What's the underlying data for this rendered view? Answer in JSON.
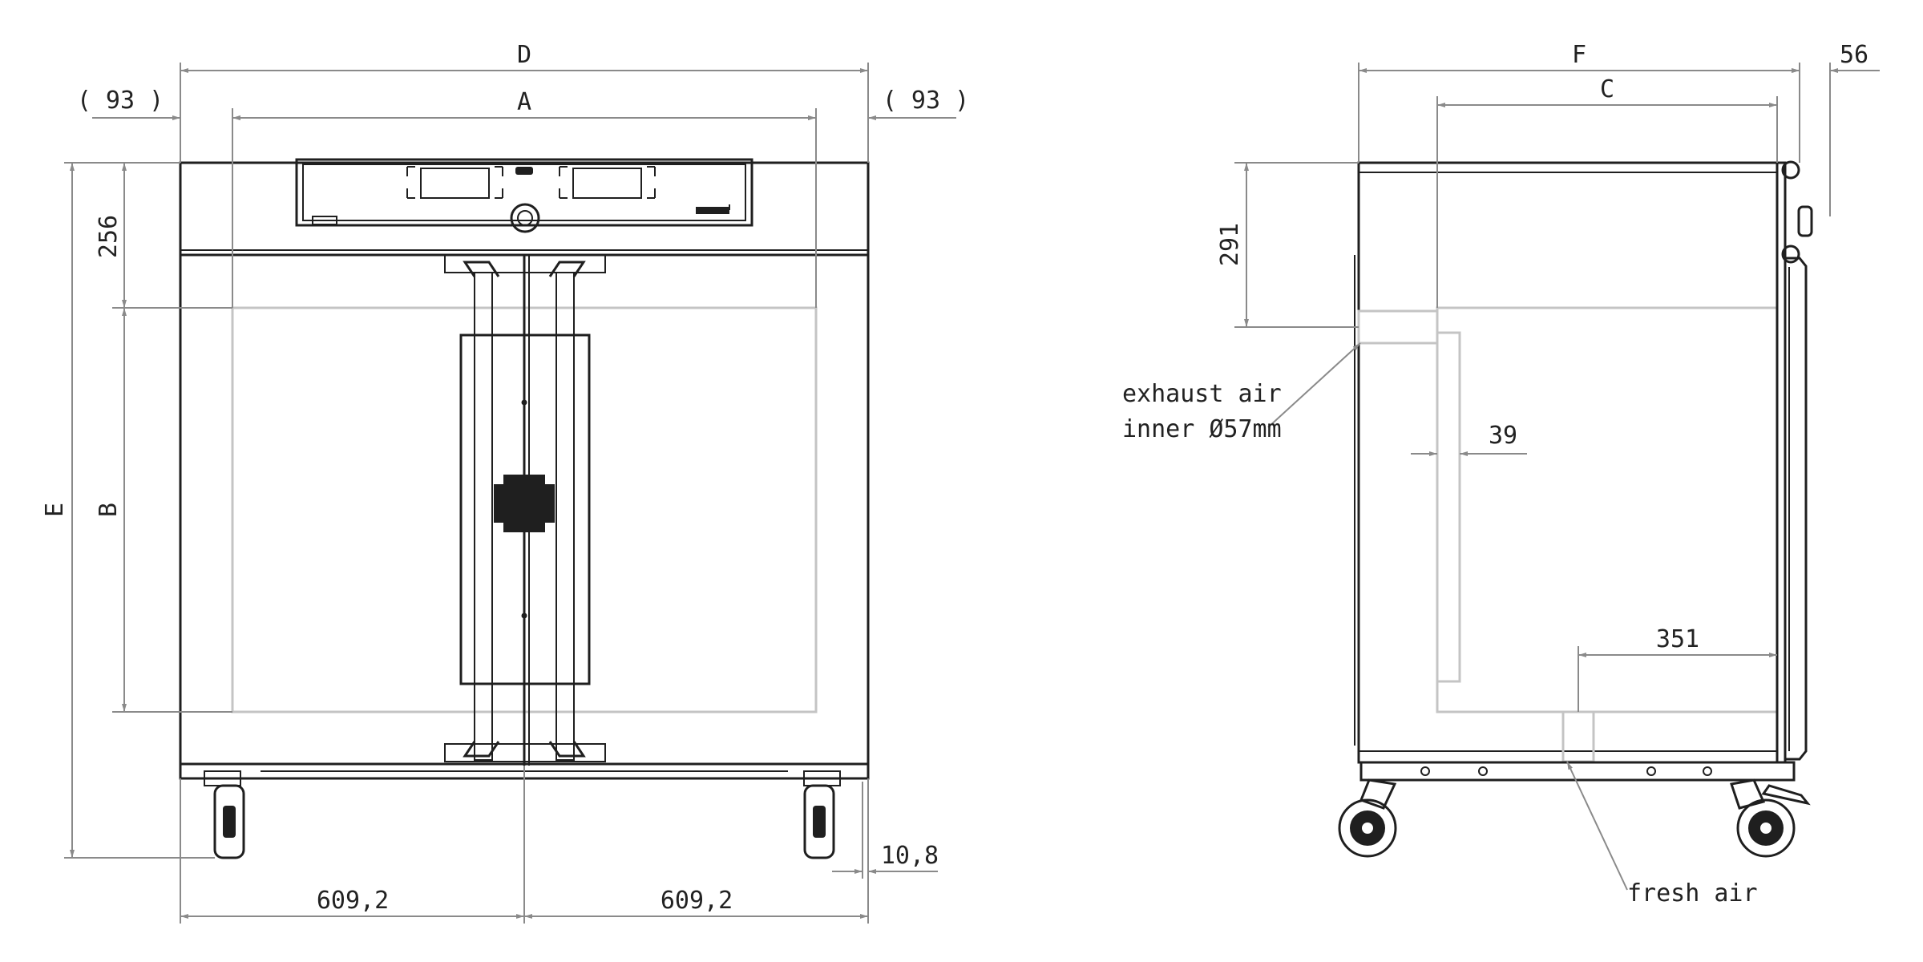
{
  "front_view": {
    "dim_D": "D",
    "dim_A": "A",
    "dim_left_offset": "( 93 )",
    "dim_right_offset": "( 93 )",
    "dim_256": "256",
    "dim_E": "E",
    "dim_B": "B",
    "dim_bottom_left": "609,2",
    "dim_bottom_right": "609,2",
    "dim_10_8": "10,8"
  },
  "side_view": {
    "dim_F": "F",
    "dim_C": "C",
    "dim_56": "56",
    "dim_291": "291",
    "dim_39": "39",
    "dim_351": "351",
    "label_exhaust_1": "exhaust air",
    "label_exhaust_2": "inner Ø57mm",
    "label_fresh_air": "fresh air"
  }
}
